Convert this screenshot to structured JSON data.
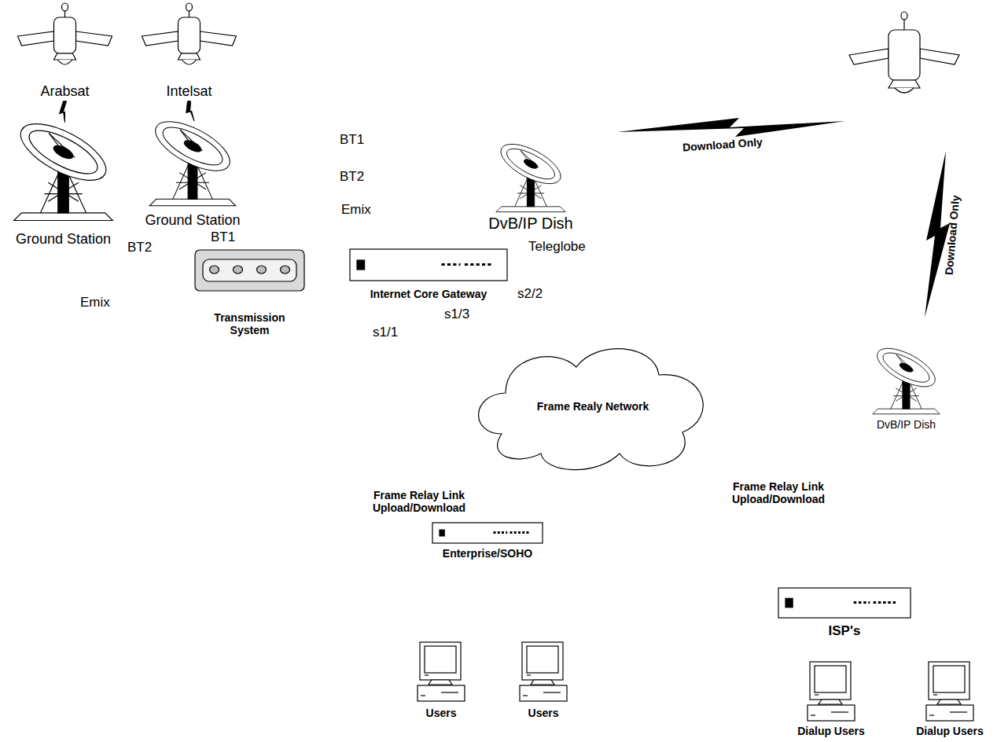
{
  "diagram": {
    "nodes": [
      {
        "text": [
          "Arabsat"
        ]
      },
      {
        "text": [
          "Intelsat"
        ]
      },
      {
        "text": [
          "Ground Station"
        ]
      },
      {
        "text": [
          "Ground Station"
        ]
      },
      {
        "text": [
          "DvB/IP Dish"
        ]
      },
      {
        "text": [
          "Transmission System"
        ]
      },
      {
        "text": [
          "Internet Core Gateway"
        ]
      },
      {
        "text": [
          "Frame Realy Network"
        ]
      },
      {
        "text": [
          "DvB/IP Dish"
        ]
      },
      {
        "text": [
          "Enterprise/SOHO"
        ]
      },
      {
        "text": [
          "ISP's"
        ]
      },
      {
        "text": [
          "Users"
        ]
      },
      {
        "text": [
          "Users"
        ]
      },
      {
        "text": [
          "Dialup Users"
        ]
      },
      {
        "text": [
          "Dialup Users"
        ]
      }
    ],
    "edges": [
      {
        "from": 0,
        "to": 2,
        "arrow": "none"
      },
      {
        "from": 1,
        "to": 3,
        "arrow": "none"
      }
    ],
    "labels": [
      "BT1",
      "BT2",
      "Emix",
      "BT2",
      "BT1",
      "Emix",
      "Teleglobe",
      "s2/2",
      "s1/3",
      "s1/1",
      "Download Only",
      "Download Only",
      "Frame Relay Link Upload/Download",
      "Frame Relay Link Upload/Download"
    ]
  }
}
